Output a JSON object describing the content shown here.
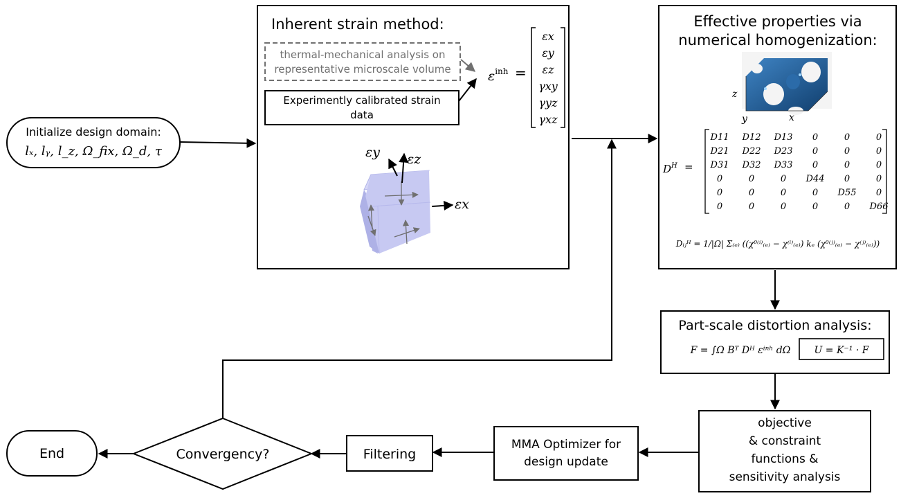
{
  "nodes": {
    "init": {
      "line1": "Initialize design domain:",
      "line2": "lₓ, lᵧ, l_z, Ω_fix, Ω_d, τ"
    },
    "inherent": {
      "title": "Inherent strain method:",
      "thermal_line1": "thermal-mechanical analysis on",
      "thermal_line2": "representative microscale volume",
      "exp_line1": "Experimently calibrated strain",
      "exp_line2": "data",
      "eps_lhs": "ε",
      "eps_sup": "inh",
      "eps_eq": "=",
      "eps_vector": [
        "εx",
        "εy",
        "εz",
        "γxy",
        "γyz",
        "γxz"
      ],
      "axis_x": "εx",
      "axis_y": "εy",
      "axis_z": "εz"
    },
    "effective": {
      "title_line1": "Effective properties via",
      "title_line2": "numerical homogenization:",
      "cell_axis_x": "x",
      "cell_axis_y": "y",
      "cell_axis_z": "z",
      "dh_lhs": "D",
      "dh_sup": "H",
      "dh_eq": "=",
      "matrix": [
        [
          "D11",
          "D12",
          "D13",
          "0",
          "0",
          "0"
        ],
        [
          "D21",
          "D22",
          "D23",
          "0",
          "0",
          "0"
        ],
        [
          "D31",
          "D32",
          "D33",
          "0",
          "0",
          "0"
        ],
        [
          "0",
          "0",
          "0",
          "D44",
          "0",
          "0"
        ],
        [
          "0",
          "0",
          "0",
          "0",
          "D55",
          "0"
        ],
        [
          "0",
          "0",
          "0",
          "0",
          "0",
          "D66"
        ]
      ],
      "dij_formula": "Dᵢⱼᴴ = 1/|Ω| Σ₍ₑ₎ ((χ⁰⁽ⁱ⁾₍ₑ₎ − χ⁽ⁱ⁾₍ₑ₎) kₑ (χ⁰⁽ʲ⁾₍ₑ₎ − χ⁽ʲ⁾₍ₑ₎))"
    },
    "partscale": {
      "title": "Part-scale distortion analysis:",
      "f_formula": "F = ∫Ω Bᵀ Dᴴ εⁱⁿʰ dΩ",
      "u_formula": "U = K⁻¹ · F"
    },
    "objective": {
      "lines": [
        "objective",
        "& constraint",
        "functions &",
        "sensitivity analysis"
      ]
    },
    "mma": {
      "lines": [
        "MMA Optimizer for",
        "design update"
      ]
    },
    "filtering": {
      "label": "Filtering"
    },
    "convergency": {
      "label": "Convergency?"
    },
    "end": {
      "label": "End"
    }
  },
  "colors": {
    "cube_face": "#c7c9f2",
    "cube_top": "#d6d7f7",
    "cube_side": "#b1b4e8",
    "cell_blue": "#1f5e96",
    "dashed_gray": "#707070"
  }
}
